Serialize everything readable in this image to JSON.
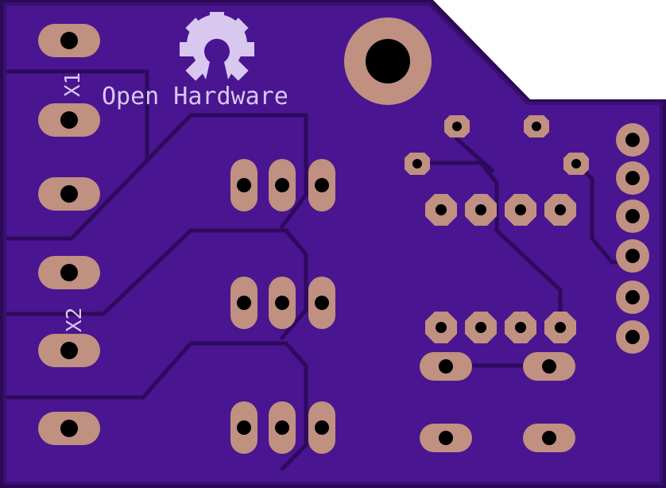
{
  "board": {
    "substrate_color": "#4a1590",
    "copper_color": "#3a0f70",
    "trace_color": "#2e0a5c",
    "pad_color": "#c09080",
    "silkscreen_color": "#d8c8f0",
    "drill_color": "#000000"
  },
  "silkscreen": {
    "logo_icon": "open-hardware-gear-icon",
    "brand_label": "Open Hardware",
    "connector_x1_label": "X1",
    "connector_x2_label": "X2"
  }
}
